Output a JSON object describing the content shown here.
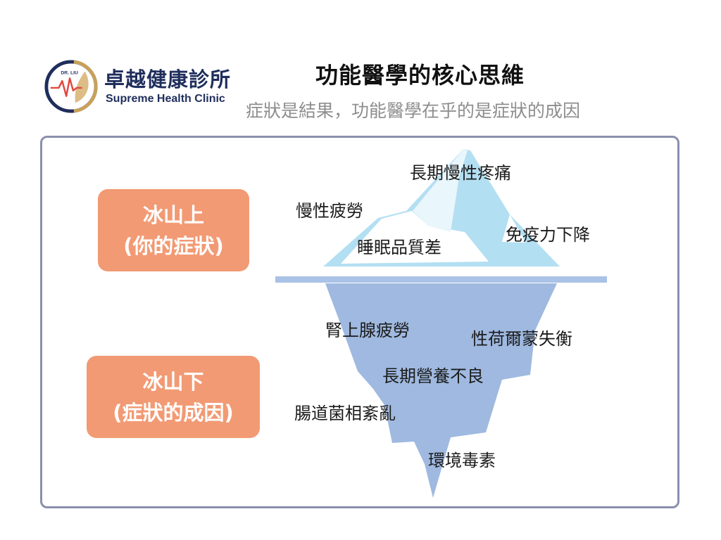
{
  "logo": {
    "badge_text": "DR. LIU",
    "name": "卓越健康診所",
    "english_name": "Supreme Health Clinic"
  },
  "title": "功能醫學的核心思維",
  "subtitle": "症狀是結果，功能醫學在乎的是症狀的成因",
  "above_water": {
    "label_line1": "冰山上",
    "label_line2": "(你的症狀)",
    "items": [
      "長期慢性疼痛",
      "慢性疲勞",
      "免疫力下降",
      "睡眠品質差"
    ]
  },
  "below_water": {
    "label_line1": "冰山下",
    "label_line2": "(症狀的成因)",
    "items": [
      "腎上腺疲勞",
      "性荷爾蒙失衡",
      "長期營養不良",
      "腸道菌相紊亂",
      "環境毒素"
    ]
  },
  "colors": {
    "label_bg": "#f29a74",
    "ice_top": "#b3dff2",
    "ice_bottom": "#9fb9e0",
    "waterline": "#a9c2e6",
    "frame": "#8b8fae",
    "brand_navy": "#1f2e5c",
    "logo_gold": "#c9a15a",
    "logo_red": "#e0483f"
  },
  "icons": {
    "logo": "clinic-logo-heartbeat-leaf"
  }
}
